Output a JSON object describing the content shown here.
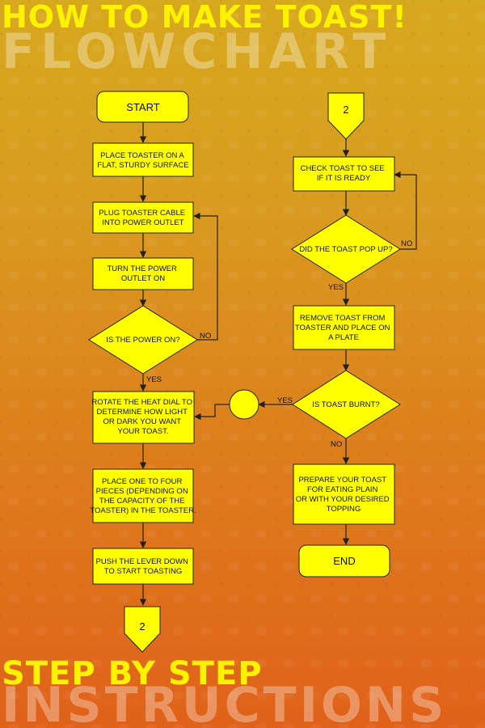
{
  "title": "HOW TO MAKE TOAST!",
  "subtitle": "FLOWCHART",
  "footer_title": "STEP BY STEP",
  "footer_subtitle": "INSTRUCTIONS",
  "colors": {
    "shape_fill": "#ffff00",
    "title_yellow": "#fff200",
    "background_top": "#d7a91e",
    "background_bottom": "#e0611a"
  },
  "nodes": {
    "start": "START",
    "place_toaster": [
      "PLACE TOASTER ON A",
      "FLAT, STURDY SURFACE"
    ],
    "plug_cable": [
      "PLUG TOASTER CABLE",
      "INTO POWER OUTLET"
    ],
    "turn_on": [
      "TURN THE POWER",
      "OUTLET ON"
    ],
    "power_on": "IS THE POWER ON?",
    "rotate_dial": [
      "ROTATE THE HEAT DIAL TO",
      "DETERMINE HOW LIGHT",
      "OR DARK YOU WANT",
      "YOUR TOAST."
    ],
    "place_pieces": [
      "PLACE ONE TO FOUR",
      "PIECES (DEPENDING ON",
      "THE CAPACITY OF THE",
      "TOASTER) IN THE TOASTER."
    ],
    "push_lever": [
      "PUSH THE LEVER DOWN",
      "TO START TOASTING"
    ],
    "offpage_out": "2",
    "offpage_in": "2",
    "check_toast": [
      "CHECK TOAST TO SEE",
      "IF IT IS READY"
    ],
    "popped": "DID THE TOAST POP UP?",
    "remove_toast": [
      "REMOVE TOAST FROM",
      "TOASTER AND PLACE ON",
      "A PLATE"
    ],
    "burnt": "IS TOAST BURNT?",
    "prepare": [
      "PREPARE YOUR TOAST",
      "FOR EATING PLAIN",
      "OR WITH YOUR DESIRED",
      "TOPPING"
    ],
    "end": "END"
  },
  "edge_labels": {
    "power_no": "NO",
    "power_yes": "YES",
    "pop_no": "NO",
    "pop_yes": "YES",
    "burnt_yes": "YES",
    "burnt_no": "NO"
  }
}
